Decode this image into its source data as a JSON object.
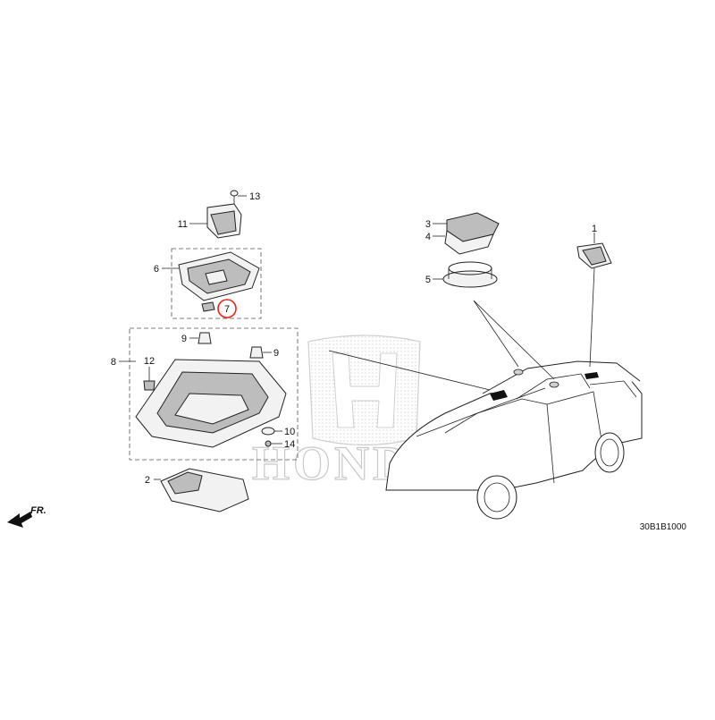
{
  "diagram": {
    "watermark": {
      "logo_icon": "honda-h-emblem",
      "text": "HONDA"
    },
    "direction_label": "FR.",
    "diagram_code": "30B1B1000",
    "callouts": {
      "c1": "1",
      "c2": "2",
      "c3": "3",
      "c4": "4",
      "c5": "5",
      "c6": "6",
      "c7": "7",
      "c8": "8",
      "c9a": "9",
      "c9b": "9",
      "c10": "10",
      "c11": "11",
      "c12": "12",
      "c13": "13",
      "c14": "14"
    },
    "highlight": {
      "part_number": "7",
      "color": "#e8231c"
    }
  }
}
